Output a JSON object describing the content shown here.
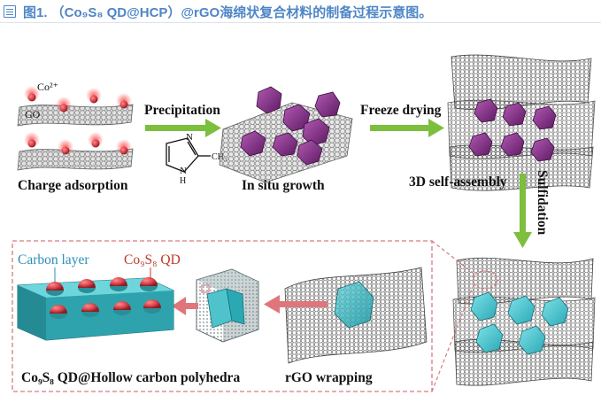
{
  "caption": {
    "icon": "document-list-icon",
    "text": "图1. （Co₉S₈ QD@HCP）@rGO海绵状复合材料的制备过程示意图。",
    "color": "#4e86c6"
  },
  "figure": {
    "labels": {
      "co2": "Co²⁺",
      "go": "GO",
      "charge_adsorption": "Charge adsorption",
      "precipitation": "Precipitation",
      "in_situ_growth": "In situ growth",
      "freeze_drying": "Freeze drying",
      "self_assembly": "3D self-assembly",
      "sulfidation": "Sulfidation",
      "rgo_wrapping": "rGO wrapping",
      "carbon_layer": "Carbon layer",
      "qd_label": "Co₉S₈ QD",
      "final_product": "Co₉S₈ QD@Hollow carbon polyhedra",
      "mol_n_top": "N",
      "mol_n_bottom": "N",
      "mol_h": "H",
      "mol_ch3": "CH₃"
    },
    "colors": {
      "arrow_green": "#7cbf3d",
      "arrow_red": "#e0767b",
      "polyhedra_purple": "#8b2f8e",
      "polyhedra_cyan": "#4fc3cc",
      "qd_red": "#d9434d",
      "dashed_border": "#d77b80",
      "sheet_gray": "#6f6f6f",
      "carbon_layer_text": "#2a8fb5",
      "qd_text": "#c0392b"
    }
  }
}
